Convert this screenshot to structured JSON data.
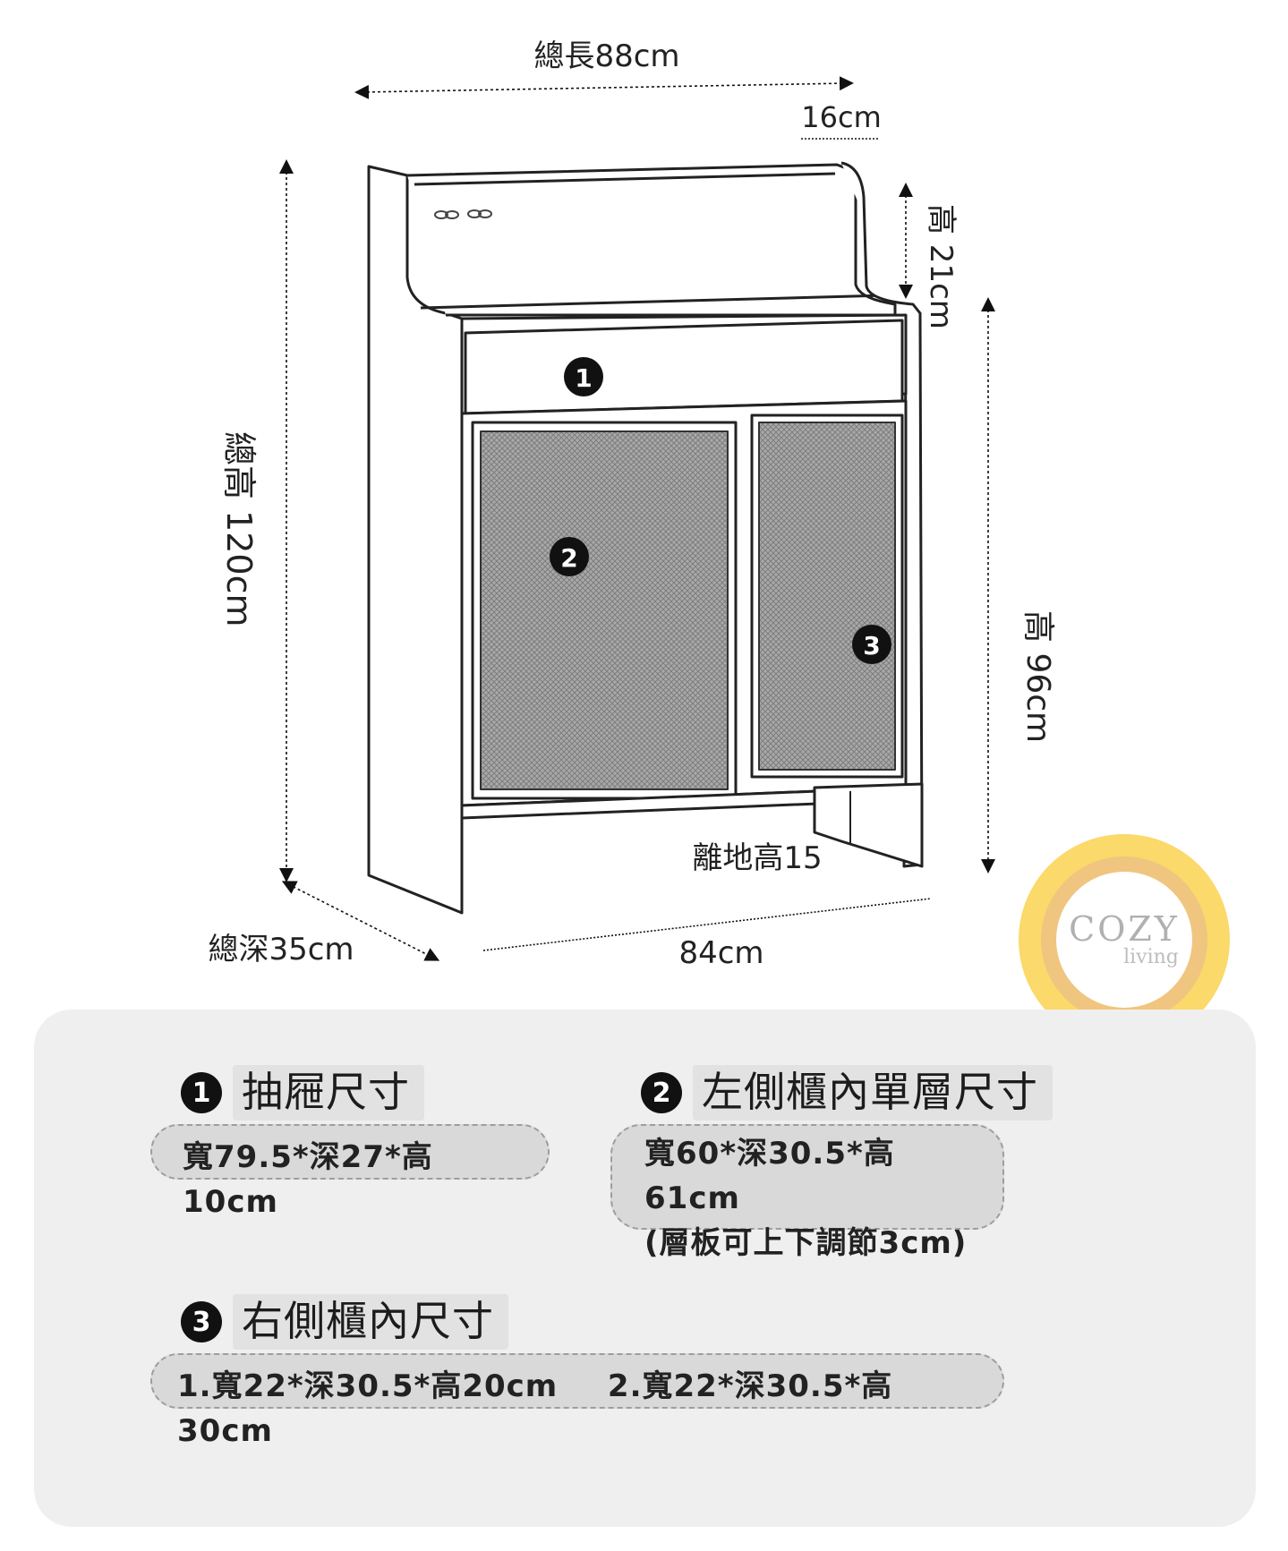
{
  "dimensions": {
    "total_length": "總長88cm",
    "top_depth": "16cm",
    "top_shelf_height": "高 21cm",
    "total_height": "總高 120cm",
    "cabinet_height": "高 96cm",
    "ground_clearance": "離地高15",
    "total_depth": "總深35cm",
    "front_width": "84cm"
  },
  "callouts": {
    "n1": "1",
    "n2": "2",
    "n3": "3"
  },
  "logo": {
    "main": "COZY",
    "sub": "living",
    "colors": {
      "outer": "#fbd96a",
      "ring": "#f0c57f"
    }
  },
  "specs": {
    "drawer": {
      "number": "1",
      "title": "抽屜尺寸",
      "line1": "寬79.5*深27*高10cm"
    },
    "left_cabinet": {
      "number": "2",
      "title": "左側櫃內單層尺寸",
      "line1": "寬60*深30.5*高61cm",
      "line2": "(層板可上下調節3cm)"
    },
    "right_cabinet": {
      "number": "3",
      "title": "右側櫃內尺寸",
      "item1": "1.寬22*深30.5*高20cm",
      "item2": "2.寬22*深30.5*高30cm"
    }
  }
}
